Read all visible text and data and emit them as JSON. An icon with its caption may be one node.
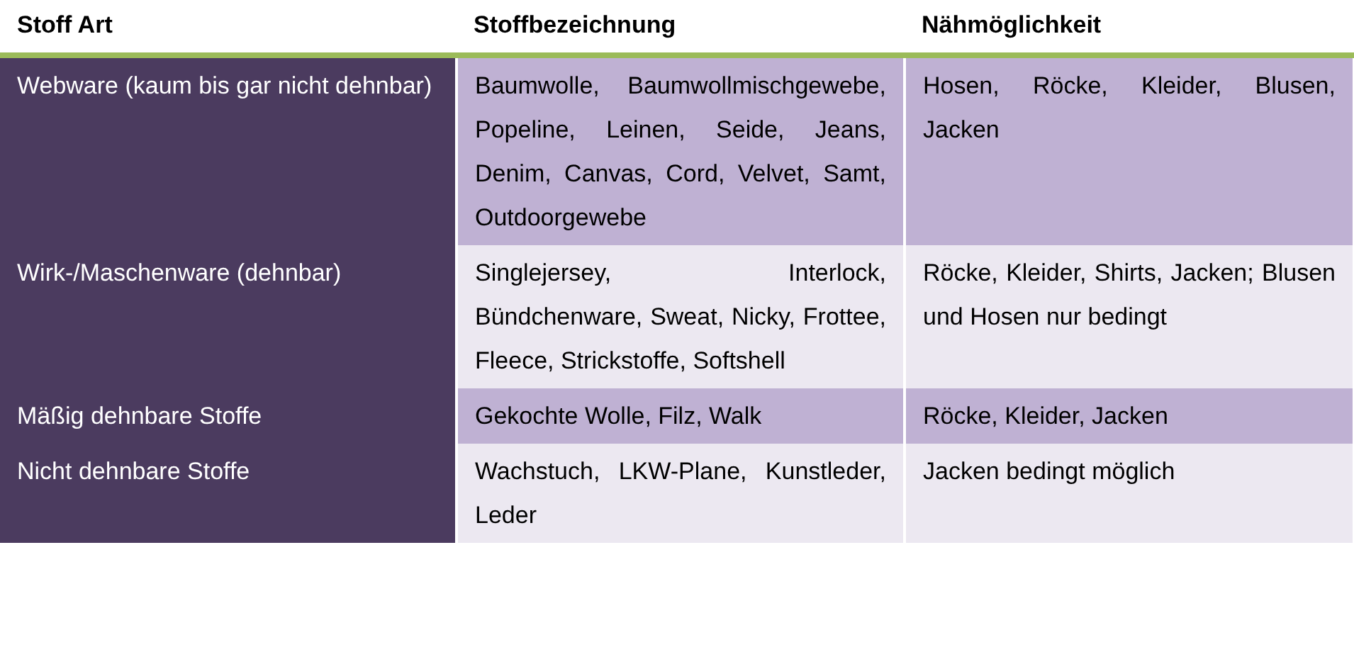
{
  "diagram": {
    "labels": [
      "Stoff Art",
      "Stoffbezeichnung",
      "Nähmöglichkeit",
      "Webware (kaum bis gar nicht dehnbar)",
      "Baumwolle, Baumwollmischgewebe, Popeline, Leinen, Seide, Jeans, Denim, Canvas, Cord, Velvet, Samt, Outdoorgewebe",
      "Hosen, Röcke, Kleider, Blusen, Jacken",
      "Wirk-/Maschenware (dehnbar)",
      "Singlejersey, Interlock, Bündchenware, Sweat, Nicky, Frottee, Fleece, Strickstoffe, Softshell",
      "Röcke, Kleider, Shirts, Jacken; Blusen und Hosen nur bedingt",
      "Mäßig dehnbare Stoffe",
      "Gekochte Wolle, Filz, Walk",
      "Röcke, Kleider, Jacken",
      "Nicht dehnbare Stoffe",
      "Wachstuch, LKW-Plane, Kunstleder, Leder",
      "Jacken bedingt möglich"
    ]
  }
}
